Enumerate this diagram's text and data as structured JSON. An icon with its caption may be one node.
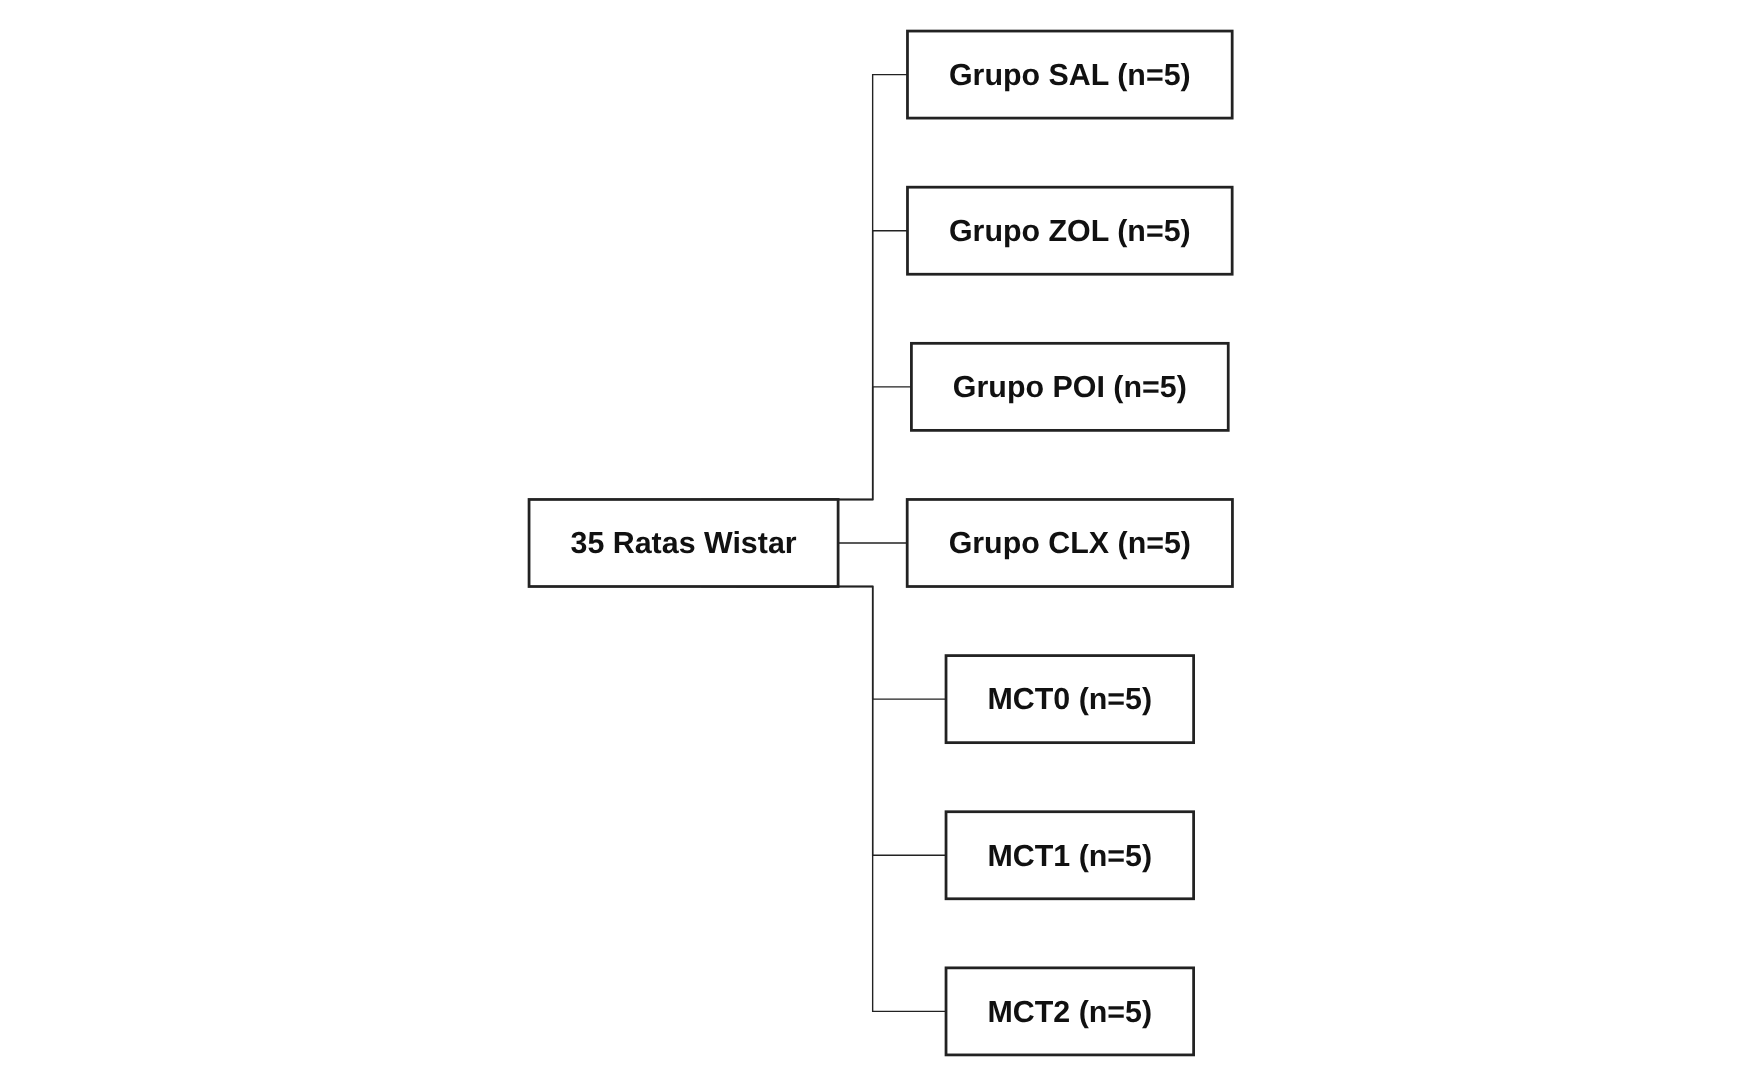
{
  "diagram": {
    "nodes": [
      {
        "text": [
          "35 Ratas Wistar"
        ]
      },
      {
        "text": [
          "Grupo SAL (n=5)"
        ]
      },
      {
        "text": [
          "Grupo ZOL (n=5)"
        ]
      },
      {
        "text": [
          "Grupo POI (n=5)"
        ]
      },
      {
        "text": [
          "Grupo CLX (n=5)"
        ]
      },
      {
        "text": [
          "MCT0 (n=5)"
        ]
      },
      {
        "text": [
          "MCT1 (n=5)"
        ]
      },
      {
        "text": [
          "MCT2 (n=5)"
        ]
      }
    ],
    "edges": [
      {
        "from": 0,
        "to": 1,
        "arrow": "none"
      },
      {
        "from": 0,
        "to": 2,
        "arrow": "none"
      },
      {
        "from": 0,
        "to": 3,
        "arrow": "none"
      },
      {
        "from": 0,
        "to": 4,
        "arrow": "none"
      },
      {
        "from": 0,
        "to": 5,
        "arrow": "none"
      },
      {
        "from": 0,
        "to": 6,
        "arrow": "none"
      },
      {
        "from": 0,
        "to": 7,
        "arrow": "none"
      }
    ]
  }
}
